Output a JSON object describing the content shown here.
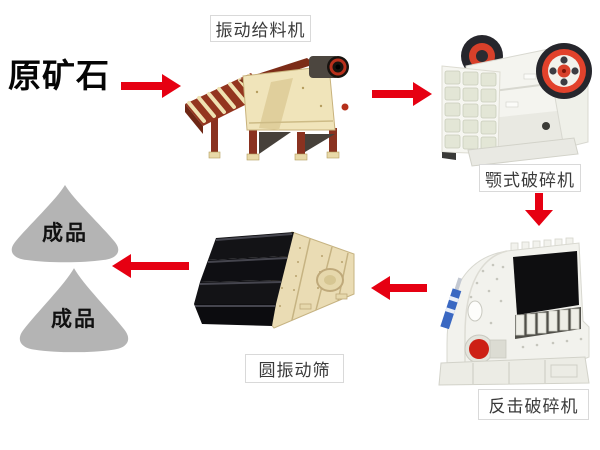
{
  "source": {
    "label": "原矿石"
  },
  "stages": [
    {
      "name": "vibrating-feeder",
      "label": "振动给料机"
    },
    {
      "name": "jaw-crusher",
      "label": "颚式破碎机"
    },
    {
      "name": "impact-crusher",
      "label": "反击破碎机"
    },
    {
      "name": "circular-vibrating-screen",
      "label": "圆振动筛"
    }
  ],
  "products": [
    {
      "label": "成品"
    },
    {
      "label": "成品"
    }
  ],
  "arrows": [
    {
      "name": "raw-ore-to-feeder",
      "direction": "right"
    },
    {
      "name": "feeder-to-jaw-crusher",
      "direction": "right"
    },
    {
      "name": "jaw-crusher-to-impact-crusher",
      "direction": "down"
    },
    {
      "name": "impact-crusher-to-screen",
      "direction": "left"
    },
    {
      "name": "screen-to-products",
      "direction": "left"
    }
  ],
  "colors": {
    "background": "#ffffff",
    "arrow_red": "#e60012",
    "pile_gray": "#b4b4b4",
    "label_box_border": "#d9d9d9",
    "label_text": "#3a3a3a",
    "source_text": "#050505",
    "feeder_frame_red": "#8e3420",
    "feeder_body_cream": "#f0e4ba",
    "crusher_body_white": "#f2f2ed",
    "flywheel_red": "#e2422c",
    "flywheel_tire_black": "#26262c",
    "screen_deck_black": "#131316",
    "screen_body_cream": "#eadcb4"
  }
}
